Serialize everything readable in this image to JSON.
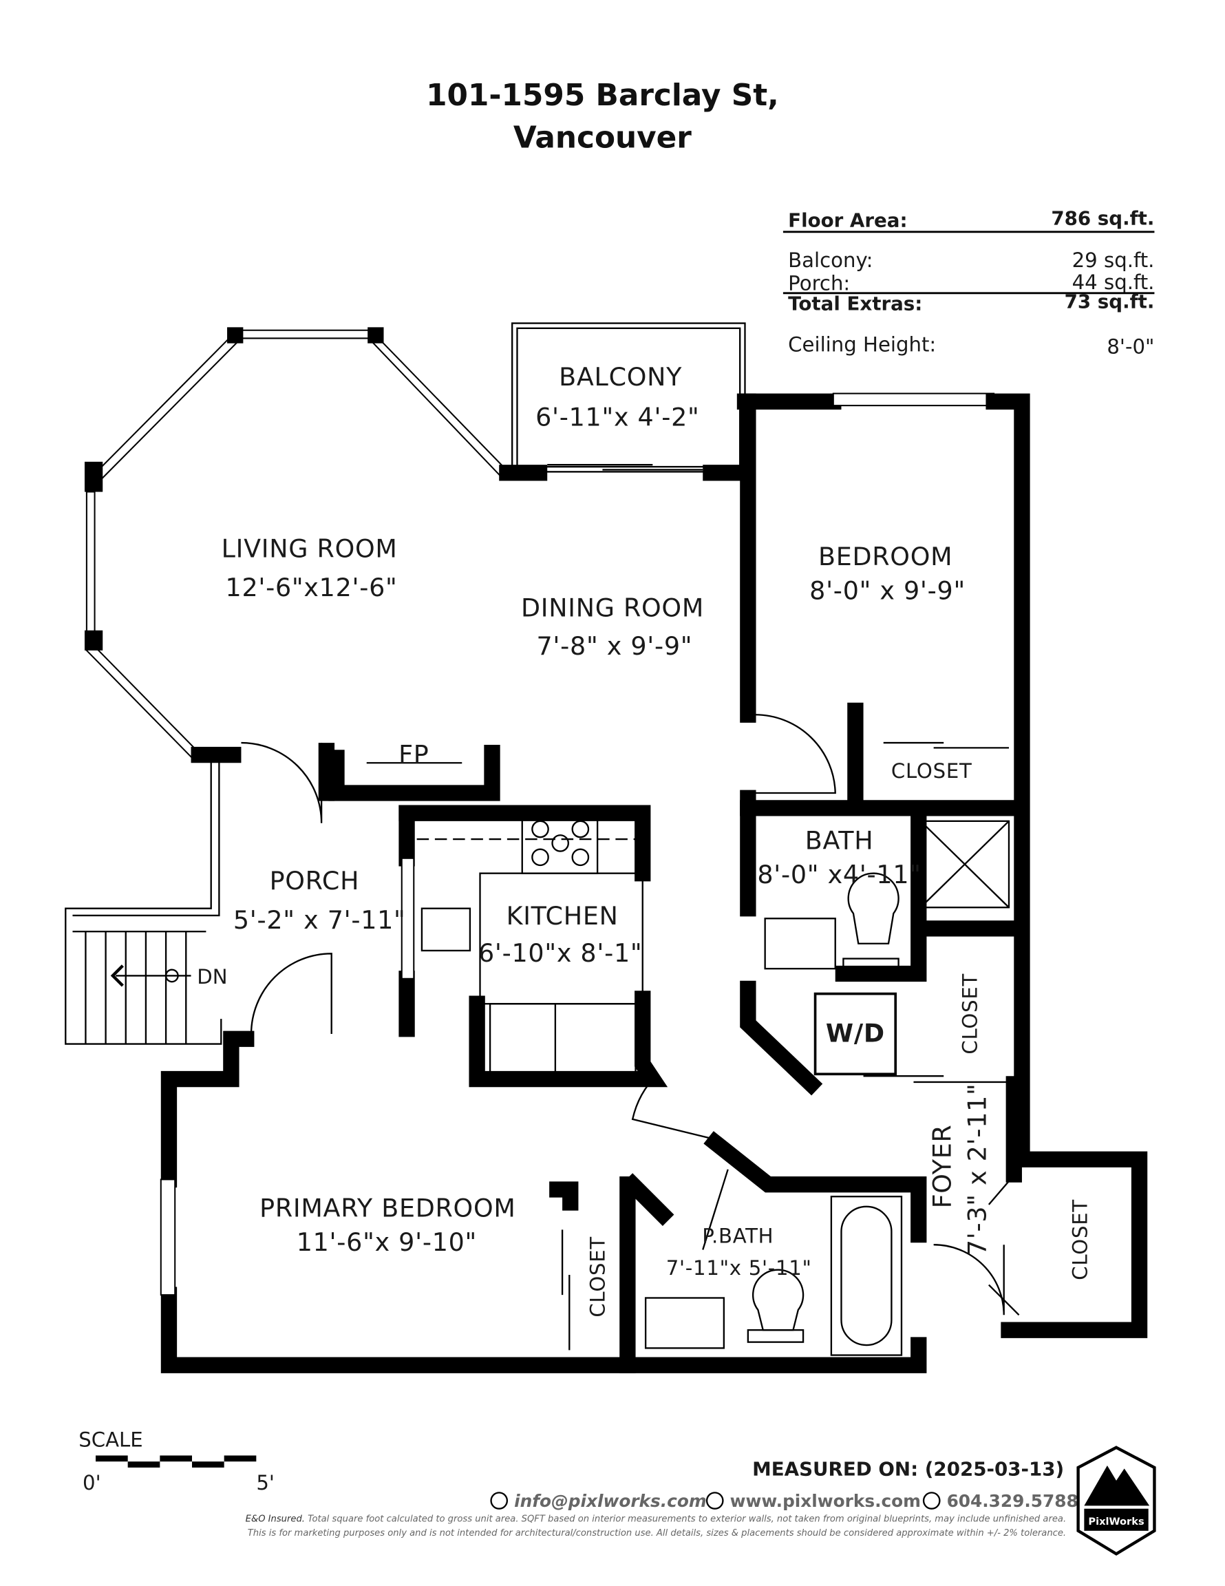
{
  "header": {
    "line1": "101-1595 Barclay St,",
    "line2": "Vancouver"
  },
  "areas": {
    "floor_area_label": "Floor Area:",
    "floor_area_value": "786 sq.ft.",
    "balcony_label": "Balcony:",
    "balcony_value": "29 sq.ft.",
    "porch_label": "Porch:",
    "porch_value": "44 sq.ft.",
    "total_extras_label": "Total Extras:",
    "total_extras_value": "73 sq.ft.",
    "ceiling_label": "Ceiling Height:",
    "ceiling_value": "8'-0\""
  },
  "rooms": {
    "balcony": {
      "name": "BALCONY",
      "dims": "6'-11\"x 4'-2\""
    },
    "living": {
      "name": "LIVING ROOM",
      "dims": "12'-6\"x12'-6\""
    },
    "dining": {
      "name": "DINING ROOM",
      "dims": "7'-8\" x 9'-9\""
    },
    "bedroom": {
      "name": "BEDROOM",
      "dims": "8'-0\" x 9'-9\""
    },
    "bedroom_closet": {
      "name": "CLOSET"
    },
    "bath": {
      "name": "BATH",
      "dims": "8'-0\" x4'-11\""
    },
    "porch": {
      "name": "PORCH",
      "dims": "5'-2\" x 7'-11\""
    },
    "kitchen": {
      "name": "KITCHEN",
      "dims": "6'-10\"x 8'-1\""
    },
    "fireplace": {
      "name": "FP"
    },
    "stairs": {
      "label": "DN"
    },
    "laundry": {
      "name": "W/D"
    },
    "laundry_closet": {
      "name": "CLOSET"
    },
    "foyer": {
      "name": "FOYER",
      "dims": "7'-3\" x 2'-11\""
    },
    "foyer_closet": {
      "name": "CLOSET"
    },
    "primary": {
      "name": "PRIMARY BEDROOM",
      "dims": "11'-6\"x 9'-10\""
    },
    "primary_closet": {
      "name": "CLOSET"
    },
    "pbath": {
      "name": "P.BATH",
      "dims": "7'-11\"x 5'-11\""
    }
  },
  "scale": {
    "label": "SCALE",
    "start": "0'",
    "end": "5'"
  },
  "footer": {
    "measured": "MEASURED ON: (2025-03-13)",
    "email": "info@pixlworks.com",
    "website": "www.pixlworks.com",
    "phone": "604.329.5788",
    "disclaimer_lead": "E&O Insured.",
    "disclaimer1": "Total square foot calculated to gross unit area. SQFT based on interior measurements to exterior walls, not taken from original blueprints, may include unfinished area.",
    "disclaimer2": "This is for marketing purposes only and is not intended for architectural/construction use.  All details, sizes & placements should be considered approximate within +/- 2%  tolerance.",
    "logo_text": "PixlWorks"
  }
}
